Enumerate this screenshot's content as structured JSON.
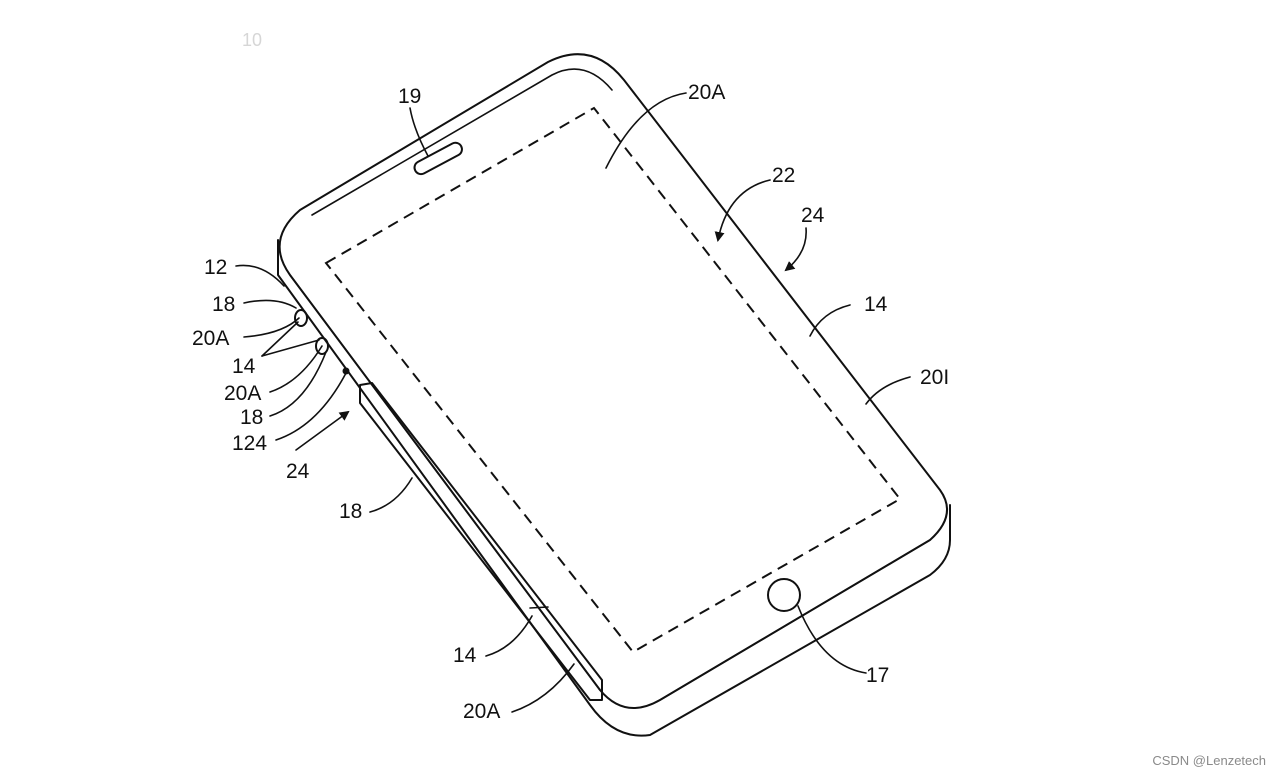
{
  "figure": {
    "faint_top_text": "10",
    "labels": {
      "l19": "19",
      "l20A_top": "20A",
      "l22": "22",
      "l24_right": "24",
      "l14_right": "14",
      "l20I": "20I",
      "l12": "12",
      "l18_a": "18",
      "l20A_a": "20A",
      "l14_a": "14",
      "l20A_b": "20A",
      "l18_b": "18",
      "l124": "124",
      "l24_left": "24",
      "l18_c": "18",
      "l14_bottom": "14",
      "l20A_bottom": "20A",
      "l17": "17"
    }
  },
  "watermark": "CSDN @Lenzetech"
}
